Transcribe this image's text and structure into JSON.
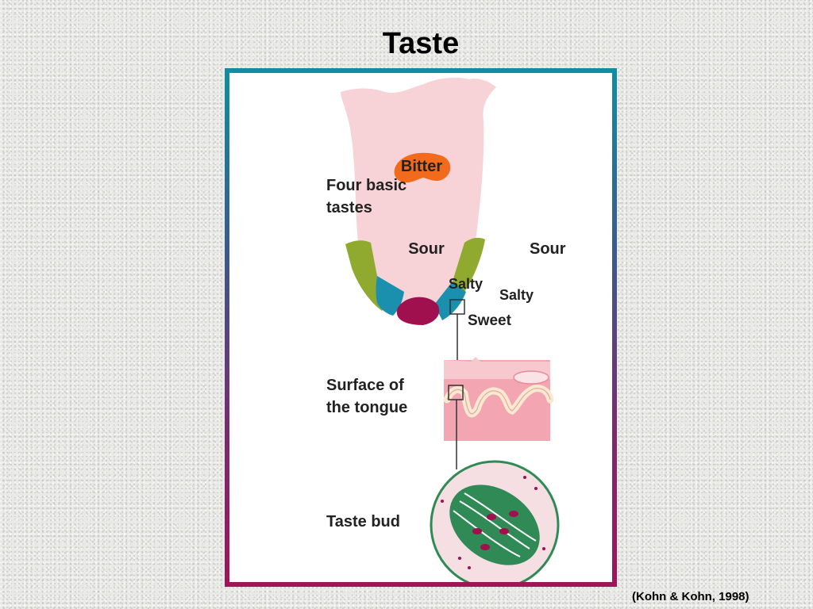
{
  "title": "Taste",
  "citation": "(Kohn & Kohn, 1998)",
  "labels": {
    "four_basic": [
      "Four basic",
      "tastes"
    ],
    "surface": [
      "Surface of",
      "the tongue"
    ],
    "taste_bud": "Taste bud"
  },
  "regions": {
    "bitter": "Bitter",
    "sour_left": "Sour",
    "sour_right": "Sour",
    "salty_left": "Salty",
    "salty_right": "Salty",
    "sweet": "Sweet"
  },
  "colors": {
    "frame_top": "#0f8ea3",
    "frame_bottom": "#a0145a",
    "tongue": "#f7d3d8",
    "bitter": "#f26b1d",
    "sour": "#8faa2f",
    "salty": "#1b8fae",
    "sweet": "#a0104f",
    "bud": "#2f8a55"
  }
}
